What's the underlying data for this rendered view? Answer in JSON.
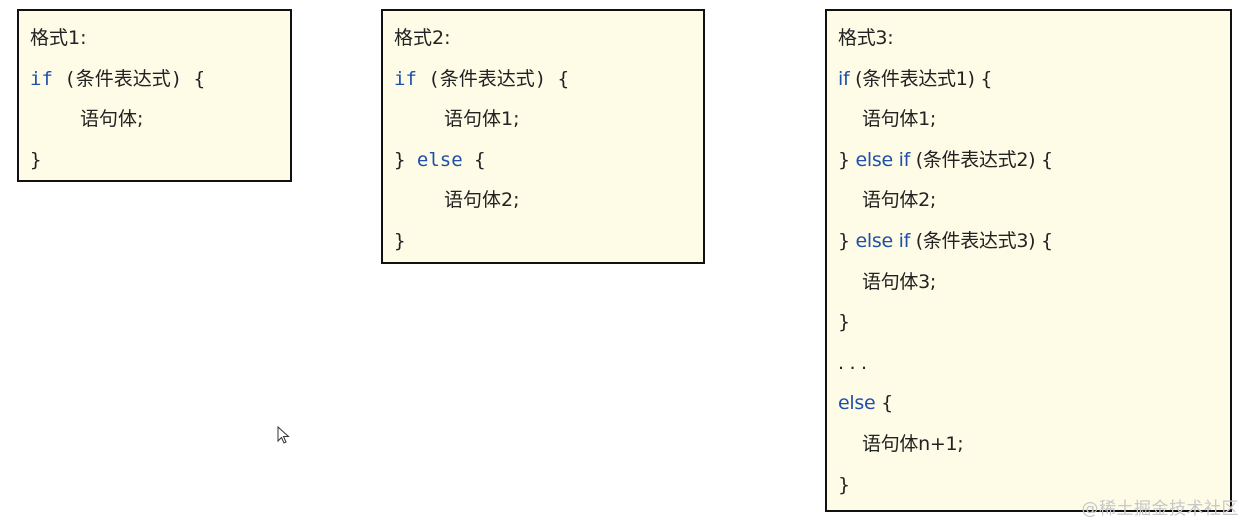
{
  "boxes": [
    {
      "title": "格式1:",
      "lines": [
        {
          "kw": "if",
          "rest": " (条件表达式) {"
        },
        {
          "text": "语句体;"
        },
        {
          "text": "}"
        }
      ]
    },
    {
      "title": "格式2:",
      "lines": [
        {
          "kw": "if",
          "rest": " (条件表达式) {"
        },
        {
          "text": "语句体1;"
        },
        {
          "pre": "} ",
          "kw": "else",
          "rest": " {"
        },
        {
          "text": "语句体2;"
        },
        {
          "text": "}"
        }
      ]
    },
    {
      "title": "格式3:",
      "lines": [
        {
          "kw": "if",
          "rest": " (条件表达式1) {"
        },
        {
          "text": "语句体1;"
        },
        {
          "pre": "} ",
          "kw": "else if",
          "rest": " (条件表达式2) {"
        },
        {
          "text": "语句体2;"
        },
        {
          "pre": "} ",
          "kw": "else if",
          "rest": " (条件表达式3) {"
        },
        {
          "text": "语句体3;"
        },
        {
          "text": "}"
        },
        {
          "text": ". . ."
        },
        {
          "kw": "else",
          "rest": " {"
        },
        {
          "text": "语句体n+1;"
        },
        {
          "text": "}"
        }
      ]
    }
  ],
  "watermark": "@稀土掘金技术社区",
  "colors": {
    "keyword": "#1f4fa8",
    "box_bg": "#fefbe6",
    "border": "#111111"
  }
}
